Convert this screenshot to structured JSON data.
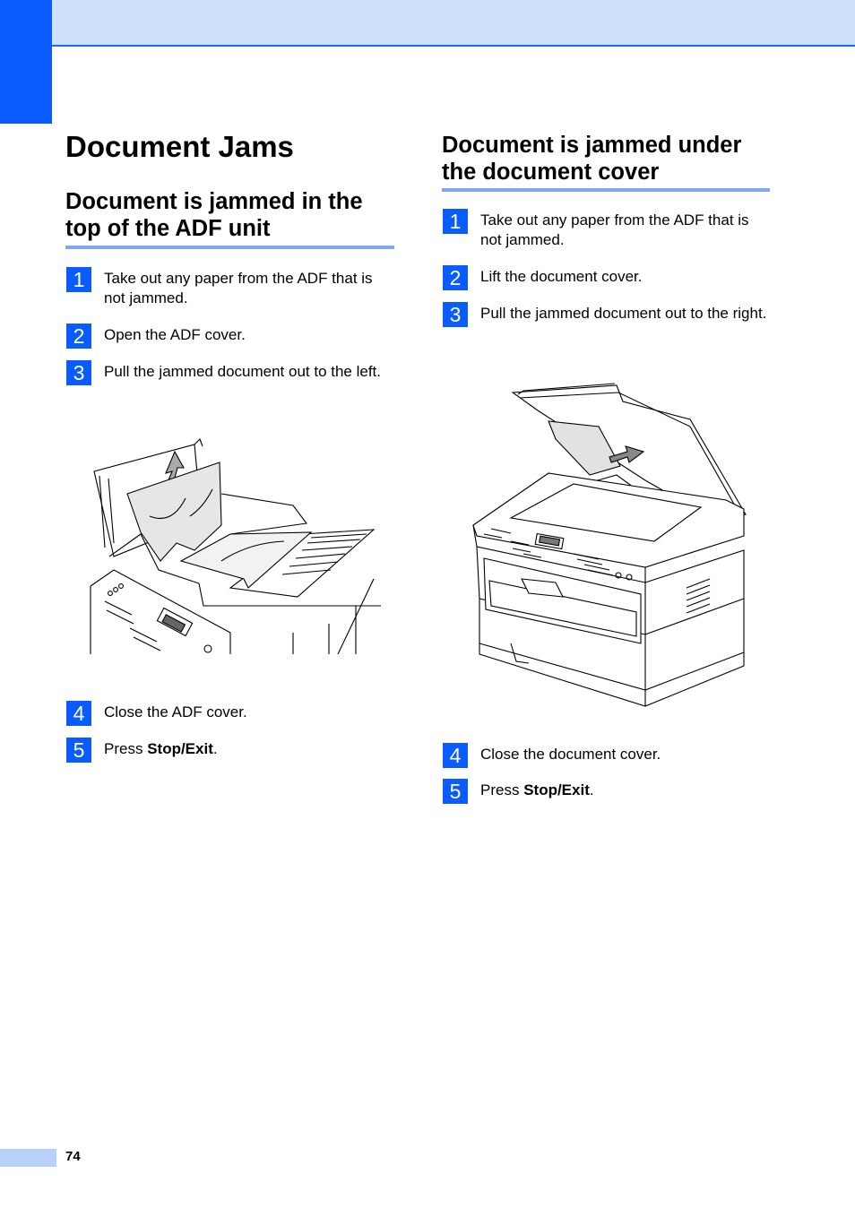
{
  "page": {
    "title": "Document Jams",
    "page_number": "74"
  },
  "left_section": {
    "heading": "Document is jammed in the top of the ADF unit",
    "steps": [
      {
        "num": "1",
        "text": "Take out any paper from the ADF that is not jammed."
      },
      {
        "num": "2",
        "text": "Open the ADF cover."
      },
      {
        "num": "3",
        "text": "Pull the jammed document out to the left."
      },
      {
        "num": "4",
        "text": "Close the ADF cover."
      },
      {
        "num": "5",
        "prefix": "Press ",
        "bold": "Stop/Exit",
        "suffix": "."
      }
    ]
  },
  "right_section": {
    "heading": "Document is jammed under the document cover",
    "steps": [
      {
        "num": "1",
        "text": "Take out any paper from the ADF that is not jammed."
      },
      {
        "num": "2",
        "text": "Lift the document cover."
      },
      {
        "num": "3",
        "text": "Pull the jammed document out to the right."
      },
      {
        "num": "4",
        "text": "Close the document cover."
      },
      {
        "num": "5",
        "prefix": "Press ",
        "bold": "Stop/Exit",
        "suffix": "."
      }
    ]
  },
  "colors": {
    "header_band": "#cfe0fb",
    "accent_blue": "#0a5cff",
    "rule": "#7eaaf5"
  }
}
